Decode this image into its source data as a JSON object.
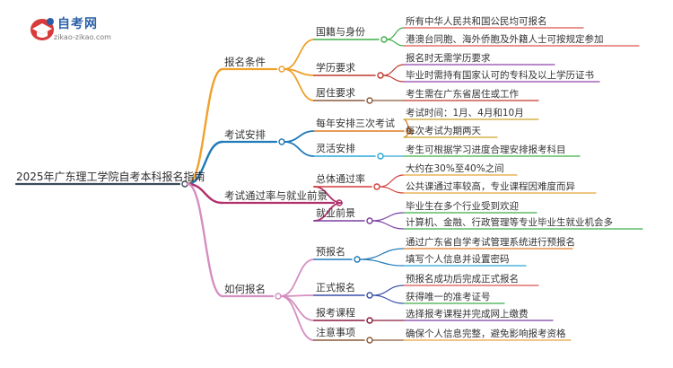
{
  "logo": {
    "title": "自考网",
    "url": "zikao-zikao.com"
  },
  "root": "2025年广东理工学院自考本科报名指南",
  "branches": [
    {
      "label": "报名条件",
      "color": "#f0a02c",
      "children": [
        {
          "label": "国籍与身份",
          "color": "#3fae49",
          "leaves": [
            {
              "text": "所有中华人民共和国公民均可报名",
              "color": "#d9534f"
            },
            {
              "text": "港澳台同胞、海外侨胞及外籍人士可按规定参加",
              "color": "#d9534f"
            }
          ]
        },
        {
          "label": "学历要求",
          "color": "#c0392b",
          "leaves": [
            {
              "text": "报名时无需学历要求",
              "color": "#8e44ad"
            },
            {
              "text": "毕业时需持有国家认可的专科及以上学历证书",
              "color": "#8e44ad"
            }
          ]
        },
        {
          "label": "居住要求",
          "color": "#8b5a3c",
          "leaves": [
            {
              "text": "考生需在广东省居住或工作",
              "color": "#c0392b"
            }
          ]
        }
      ]
    },
    {
      "label": "考试安排",
      "color": "#1f7ab8",
      "children": [
        {
          "label": "每年安排三次考试",
          "color": "#e07b2a",
          "leaves": [
            {
              "text": "考试时间：1月、4月和10月",
              "color": "#c9a227"
            },
            {
              "text": "每次考试为期两天",
              "color": "#c9a227"
            }
          ]
        },
        {
          "label": "灵活安排",
          "color": "#2aa7d8",
          "leaves": [
            {
              "text": "考生可根据学习进度合理安排报考科目",
              "color": "#3fae49"
            }
          ]
        }
      ]
    },
    {
      "label": "考试通过率与就业前景",
      "color": "#b0306b",
      "children": [
        {
          "label": "总体通过率",
          "color": "#d43f3a",
          "leaves": [
            {
              "text": "大约在30%至40%之间",
              "color": "#e8a33a"
            },
            {
              "text": "公共课通过率较高，专业课程因难度而异",
              "color": "#e8a33a"
            }
          ]
        },
        {
          "label": "就业前景",
          "color": "#7b3fa0",
          "leaves": [
            {
              "text": "毕业生在多个行业受到欢迎",
              "color": "#3fae49"
            },
            {
              "text": "计算机、金融、行政管理等专业毕业生就业机会多",
              "color": "#3fae49"
            }
          ]
        }
      ]
    },
    {
      "label": "如何报名",
      "color": "#d48fc0",
      "children": [
        {
          "label": "预报名",
          "color": "#1f7ab8",
          "leaves": [
            {
              "text": "通过广东省自学考试管理系统进行预报名",
              "color": "#e07b2a"
            },
            {
              "text": "填写个人信息并设置密码",
              "color": "#2aa7d8"
            }
          ]
        },
        {
          "label": "正式报名",
          "color": "#3a4fa8",
          "leaves": [
            {
              "text": "预报名成功后完成正式报名",
              "color": "#d9534f"
            },
            {
              "text": "获得唯一的准考证号",
              "color": "#3fae49"
            }
          ]
        },
        {
          "label": "报考课程",
          "color": "#8b1a3a",
          "leaves": [
            {
              "text": "选择报考课程并完成网上缴费",
              "color": "#7b3fa0"
            }
          ]
        },
        {
          "label": "注意事项",
          "color": "#8b5a3c",
          "leaves": [
            {
              "text": "确保个人信息完整，避免影响报考资格",
              "color": "#e8a33a"
            }
          ]
        }
      ]
    }
  ]
}
